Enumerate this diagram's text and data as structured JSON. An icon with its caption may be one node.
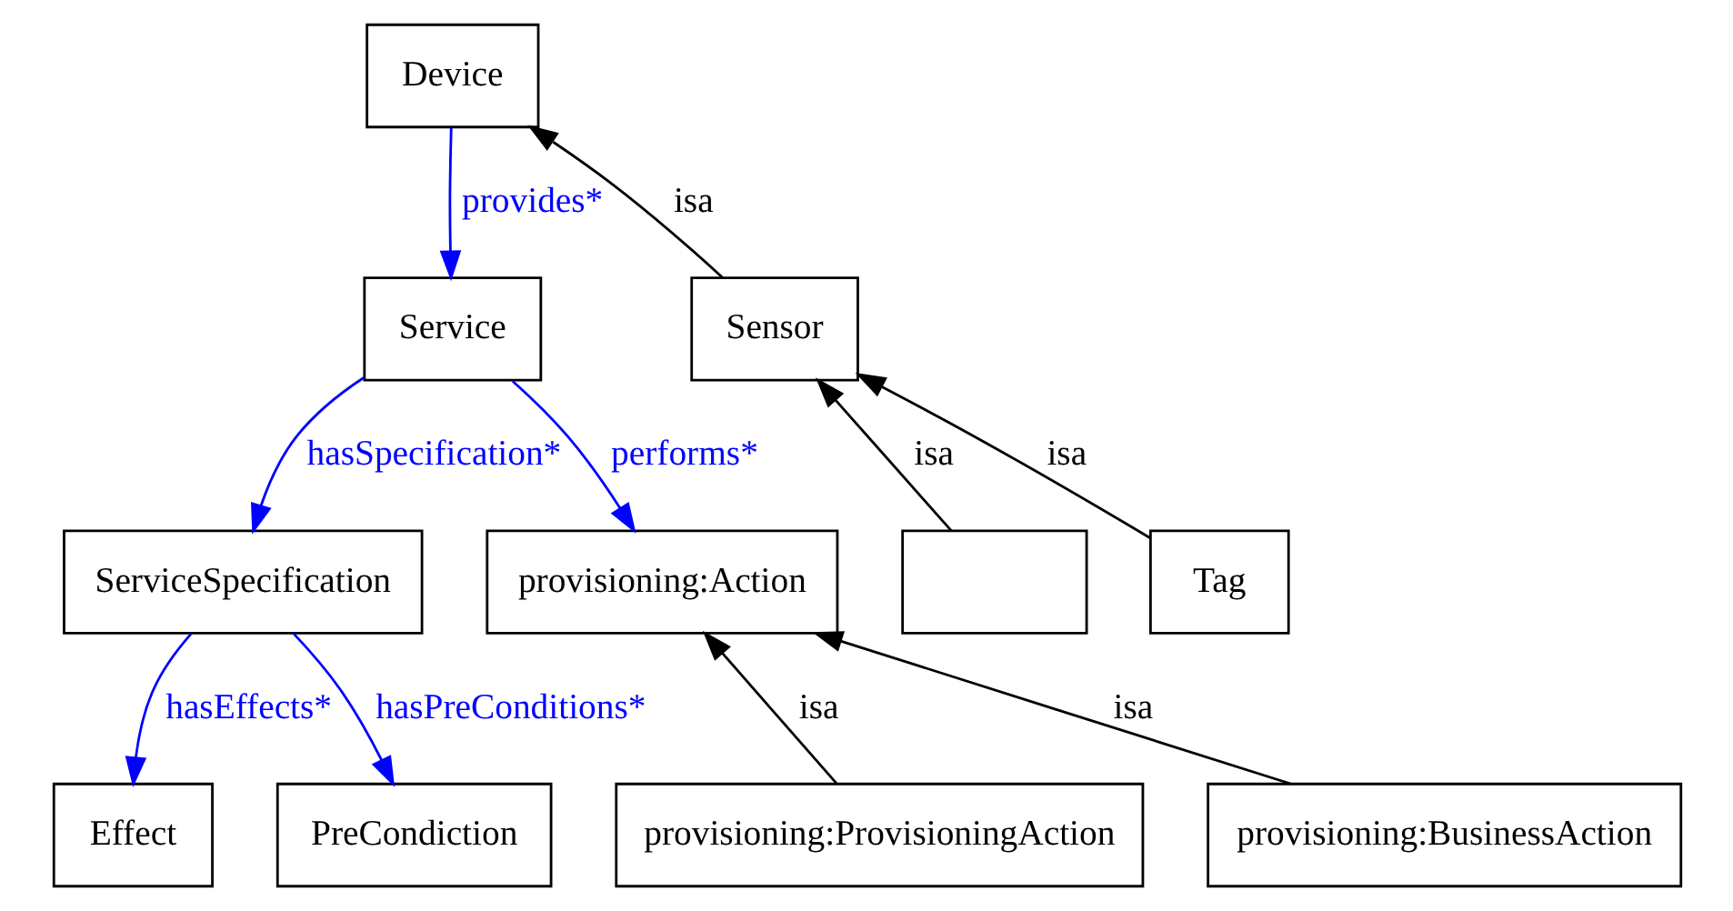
{
  "diagram": {
    "nodes": [
      {
        "text": [
          "Device"
        ]
      },
      {
        "text": [
          "Service"
        ]
      },
      {
        "text": [
          "Sensor"
        ]
      },
      {
        "text": [
          "ServiceSpecification"
        ]
      },
      {
        "text": [
          "provisioning:Action"
        ]
      },
      {
        "text": [],
        "shape": "box"
      },
      {
        "text": [
          "Tag"
        ]
      },
      {
        "text": [
          "Effect"
        ]
      },
      {
        "text": [
          "PreCondiction"
        ]
      },
      {
        "text": [
          "provisioning:ProvisioningAction"
        ]
      },
      {
        "text": [
          "provisioning:BusinessAction"
        ]
      }
    ],
    "edges": [
      {
        "from": 0,
        "to": 1,
        "arrow": "to",
        "label": "provides*",
        "color": "#0000ff"
      },
      {
        "from": 2,
        "to": 0,
        "arrow": "to",
        "label": "isa",
        "color": "#000000"
      },
      {
        "from": 1,
        "to": 3,
        "arrow": "to",
        "label": "hasSpecification*",
        "color": "#0000ff"
      },
      {
        "from": 1,
        "to": 4,
        "arrow": "to",
        "label": "performs*",
        "color": "#0000ff"
      },
      {
        "from": 5,
        "to": 2,
        "arrow": "to",
        "label": "isa",
        "color": "#000000"
      },
      {
        "from": 6,
        "to": 2,
        "arrow": "to",
        "label": "isa",
        "color": "#000000"
      },
      {
        "from": 3,
        "to": 7,
        "arrow": "to",
        "label": "hasEffects*",
        "color": "#0000ff"
      },
      {
        "from": 3,
        "to": 8,
        "arrow": "to",
        "label": "hasPreConditions*",
        "color": "#0000ff"
      },
      {
        "from": 9,
        "to": 4,
        "arrow": "to",
        "label": "isa",
        "color": "#000000"
      },
      {
        "from": 10,
        "to": 4,
        "arrow": "to",
        "label": "isa",
        "color": "#000000"
      }
    ]
  }
}
